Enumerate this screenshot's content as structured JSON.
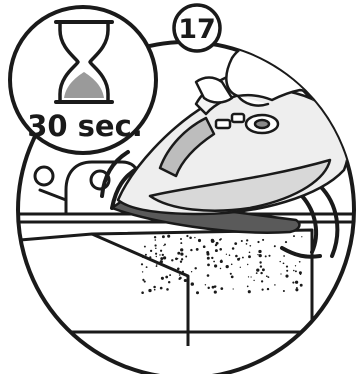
{
  "step": {
    "number": "17"
  },
  "timer": {
    "icon": "hourglass-icon",
    "label": "30 sec."
  },
  "illustration": {
    "subject": "steam-iron-icon",
    "faucet": "faucet-icon",
    "debris": "scale-particles"
  },
  "colors": {
    "line": "#1a1a1a",
    "fill": "#ffffff",
    "sand": "#9a9a9a",
    "iron_shade": "#d8d8d8",
    "iron_dark": "#5a5a5a"
  }
}
